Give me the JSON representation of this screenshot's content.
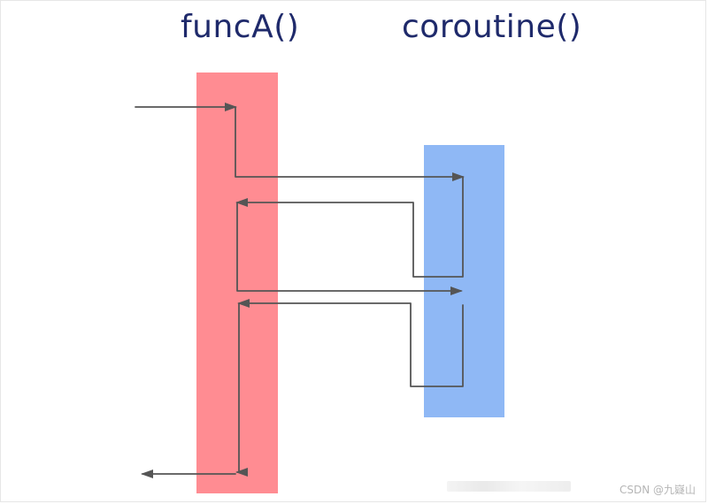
{
  "titles": {
    "func_a": "funcA()",
    "coroutine": "coroutine()"
  },
  "colors": {
    "func_a_bar": "#ff8c92",
    "coroutine_bar": "#8fb8f5",
    "title_text": "#1f2a6b",
    "arrow": "#555555"
  },
  "watermark": {
    "text": "CSDN @九嶷山"
  }
}
